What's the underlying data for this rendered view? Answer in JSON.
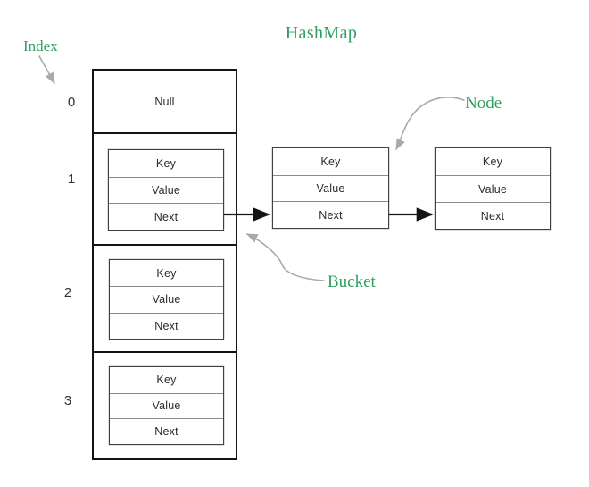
{
  "title": "HashMap",
  "annotations": {
    "index_label": "Index",
    "node_label": "Node",
    "bucket_label": "Bucket"
  },
  "colors": {
    "accent_green": "#2ea05e",
    "arrow_gray": "#a9a9a9",
    "line_black": "#141414"
  },
  "hashmap": {
    "buckets": [
      {
        "index": "0",
        "content": "Null"
      },
      {
        "index": "1",
        "node": {
          "rows": [
            "Key",
            "Value",
            "Next"
          ]
        }
      },
      {
        "index": "2",
        "node": {
          "rows": [
            "Key",
            "Value",
            "Next"
          ]
        }
      },
      {
        "index": "3",
        "node": {
          "rows": [
            "Key",
            "Value",
            "Next"
          ]
        }
      }
    ]
  },
  "chain": {
    "nodes": [
      {
        "rows": [
          "Key",
          "Value",
          "Next"
        ]
      },
      {
        "rows": [
          "Key",
          "Value",
          "Next"
        ]
      }
    ]
  }
}
